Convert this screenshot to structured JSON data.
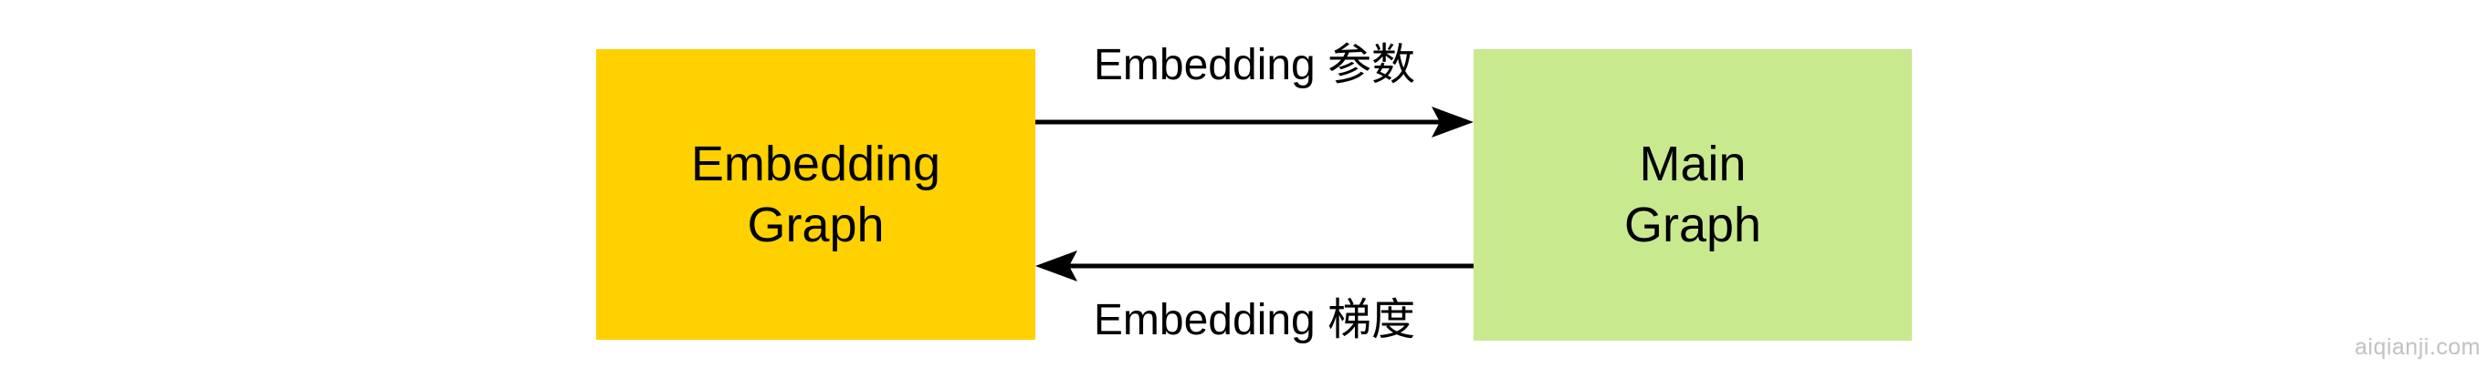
{
  "diagram": {
    "nodes": [
      {
        "id": "embedding-graph",
        "label_lines": [
          "Embedding",
          "Graph"
        ],
        "color": "#ffd100"
      },
      {
        "id": "main-graph",
        "label_lines": [
          "Main",
          "Graph"
        ],
        "color": "#c9e98f"
      }
    ],
    "edges": [
      {
        "id": "forward",
        "label": "Embedding 参数",
        "direction": "right",
        "from": "embedding-graph",
        "to": "main-graph"
      },
      {
        "id": "backward",
        "label": "Embedding 梯度",
        "direction": "left",
        "from": "main-graph",
        "to": "embedding-graph"
      }
    ],
    "arrow_color": "#000000",
    "background_color": "#ffffff"
  },
  "watermark": {
    "text": "aiqianji.com",
    "color": "#c3c3c3"
  }
}
